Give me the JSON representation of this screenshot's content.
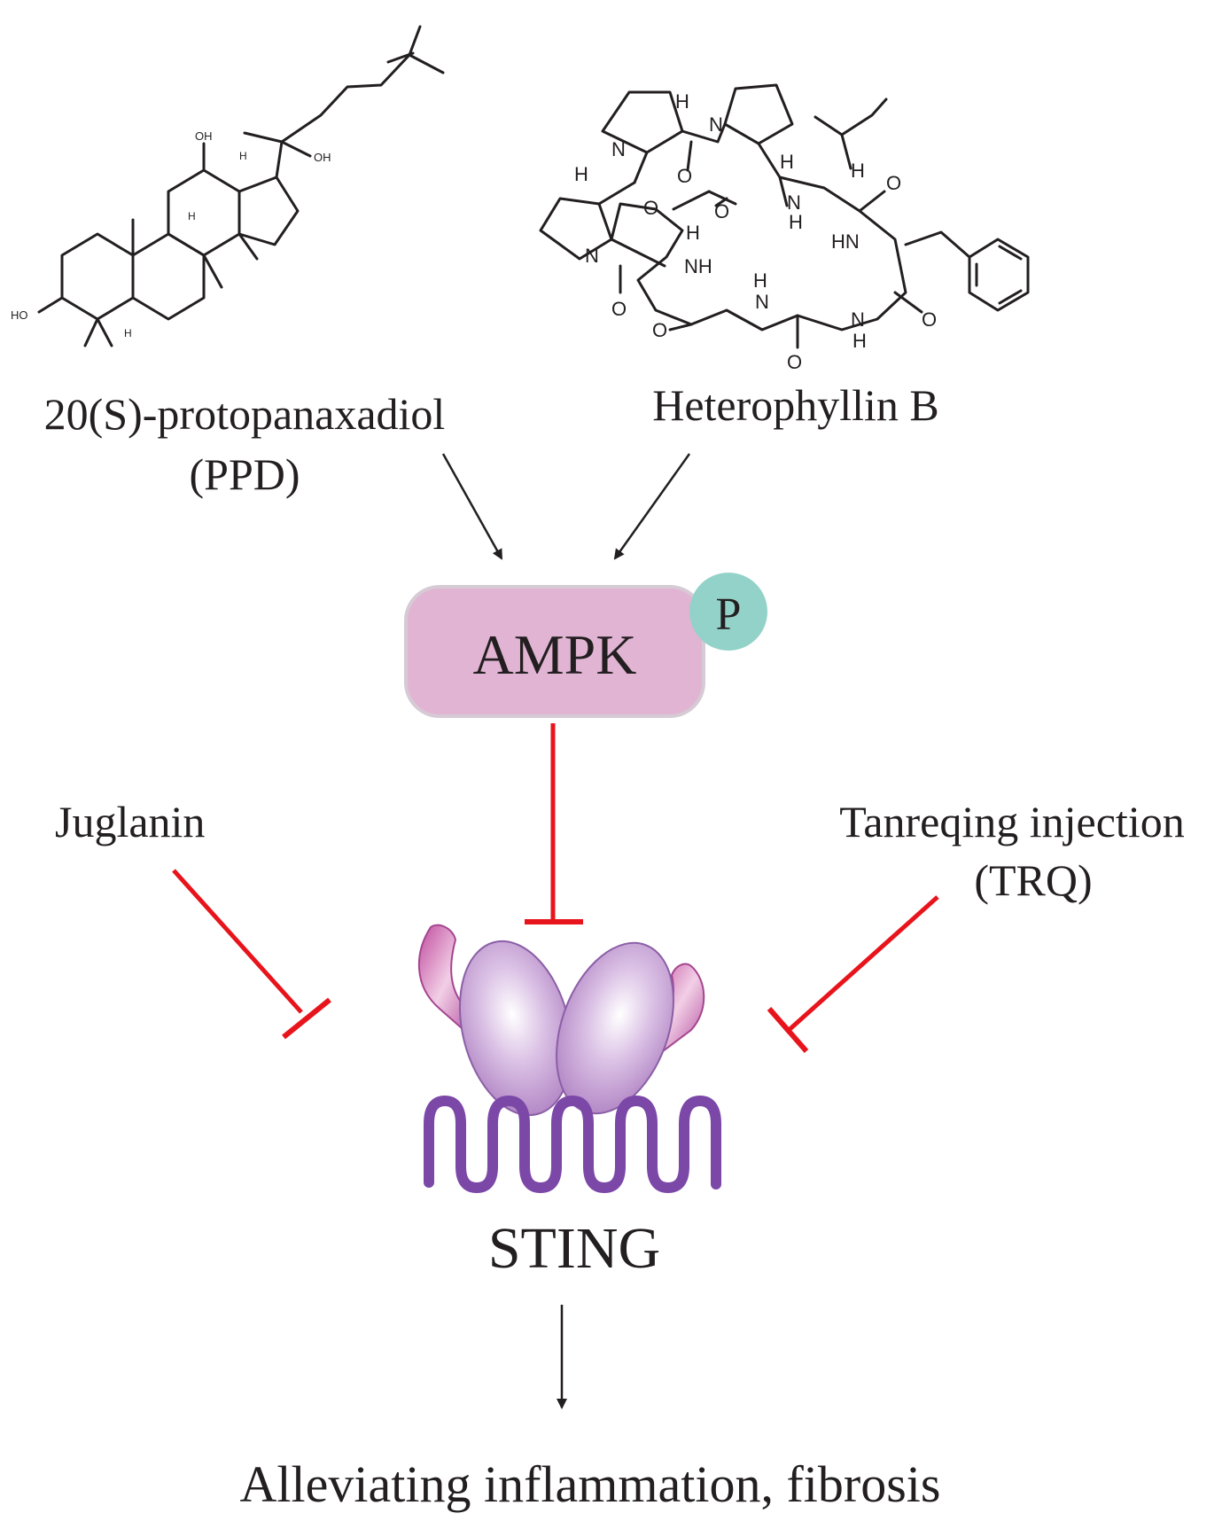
{
  "labels": {
    "ppd_line1": "20(S)-protopanaxadiol",
    "ppd_line2": "(PPD)",
    "heterophyllin": "Heterophyllin B",
    "ampk": "AMPK",
    "phospho": "P",
    "juglanin": "Juglanin",
    "trq_line1": "Tanreqing injection",
    "trq_line2": "(TRQ)",
    "sting": "STING",
    "outcome": "Alleviating inflammation, fibrosis"
  },
  "atoms": {
    "oh": "OH",
    "ho": "HO",
    "h": "H",
    "n": "N",
    "o": "O",
    "nh": "NH",
    "hn": "HN"
  },
  "colors": {
    "text": "#231f20",
    "inhibit": "#e8141c",
    "ampk_fill": "#e2b4d4",
    "phospho_fill": "#93d2c8",
    "sting_domain": "#b98ac9",
    "sting_arm": "#b85aa4",
    "sting_membrane": "#7c48a8"
  },
  "edges": [
    {
      "from": "ppd",
      "to": "ampk",
      "kind": "activation"
    },
    {
      "from": "heterophyllin",
      "to": "ampk",
      "kind": "activation"
    },
    {
      "from": "ampk",
      "to": "sting",
      "kind": "inhibition"
    },
    {
      "from": "juglanin",
      "to": "sting",
      "kind": "inhibition"
    },
    {
      "from": "trq",
      "to": "sting",
      "kind": "inhibition"
    },
    {
      "from": "sting",
      "to": "outcome",
      "kind": "activation"
    }
  ]
}
